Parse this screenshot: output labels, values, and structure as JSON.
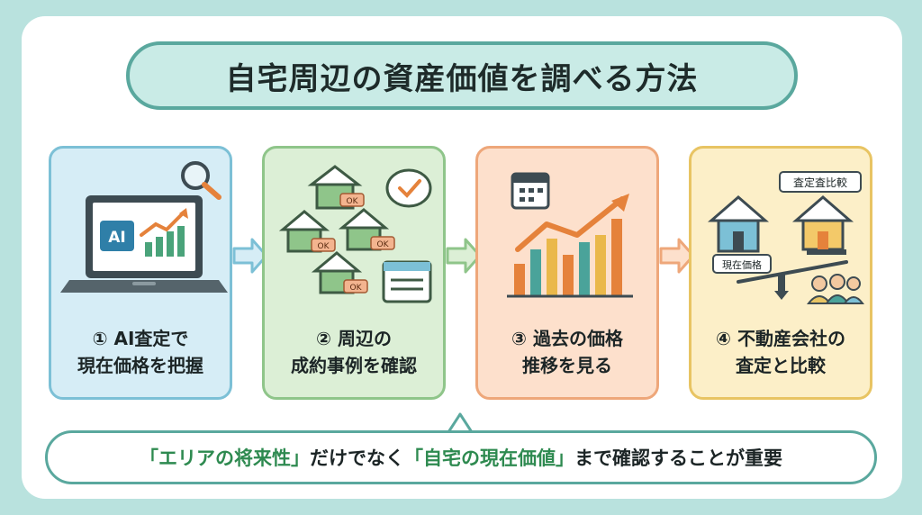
{
  "title": "自宅周辺の資産価値を調べる方法",
  "steps": [
    {
      "num": "①",
      "line1": "AI査定で",
      "line2": "現在価格を把握",
      "icons": [
        "laptop-icon",
        "magnifier-icon",
        "ai-chip-icon",
        "rising-chart-icon"
      ],
      "screen_text": "AI"
    },
    {
      "num": "②",
      "line1": "周辺の",
      "line2": "成約事例を確認",
      "icons": [
        "house-icon",
        "ok-tag-icon",
        "check-bubble-icon",
        "list-window-icon"
      ],
      "tag_text": "OK"
    },
    {
      "num": "③",
      "line1": "過去の価格",
      "line2": "推移を見る",
      "icons": [
        "calendar-icon",
        "bar-chart-icon",
        "trend-arrow-icon"
      ]
    },
    {
      "num": "④",
      "line1": "不動産会社の",
      "line2": "査定と比較",
      "icons": [
        "house-icon",
        "scale-icon",
        "agents-icon"
      ],
      "left_tag": "現在価格",
      "right_tag": "査定査比較"
    }
  ],
  "bottom": {
    "q1": "「エリアの将来性」",
    "t1": "だけでなく",
    "q2": "「自宅の現在価値」",
    "t2": "まで確認することが重要"
  },
  "colors": {
    "teal": "#5aa89e",
    "blue": "#7cc0d6",
    "green": "#8fc58a",
    "orange": "#eea77a",
    "yellow": "#e8c463",
    "highlight": "#2e8a50"
  }
}
